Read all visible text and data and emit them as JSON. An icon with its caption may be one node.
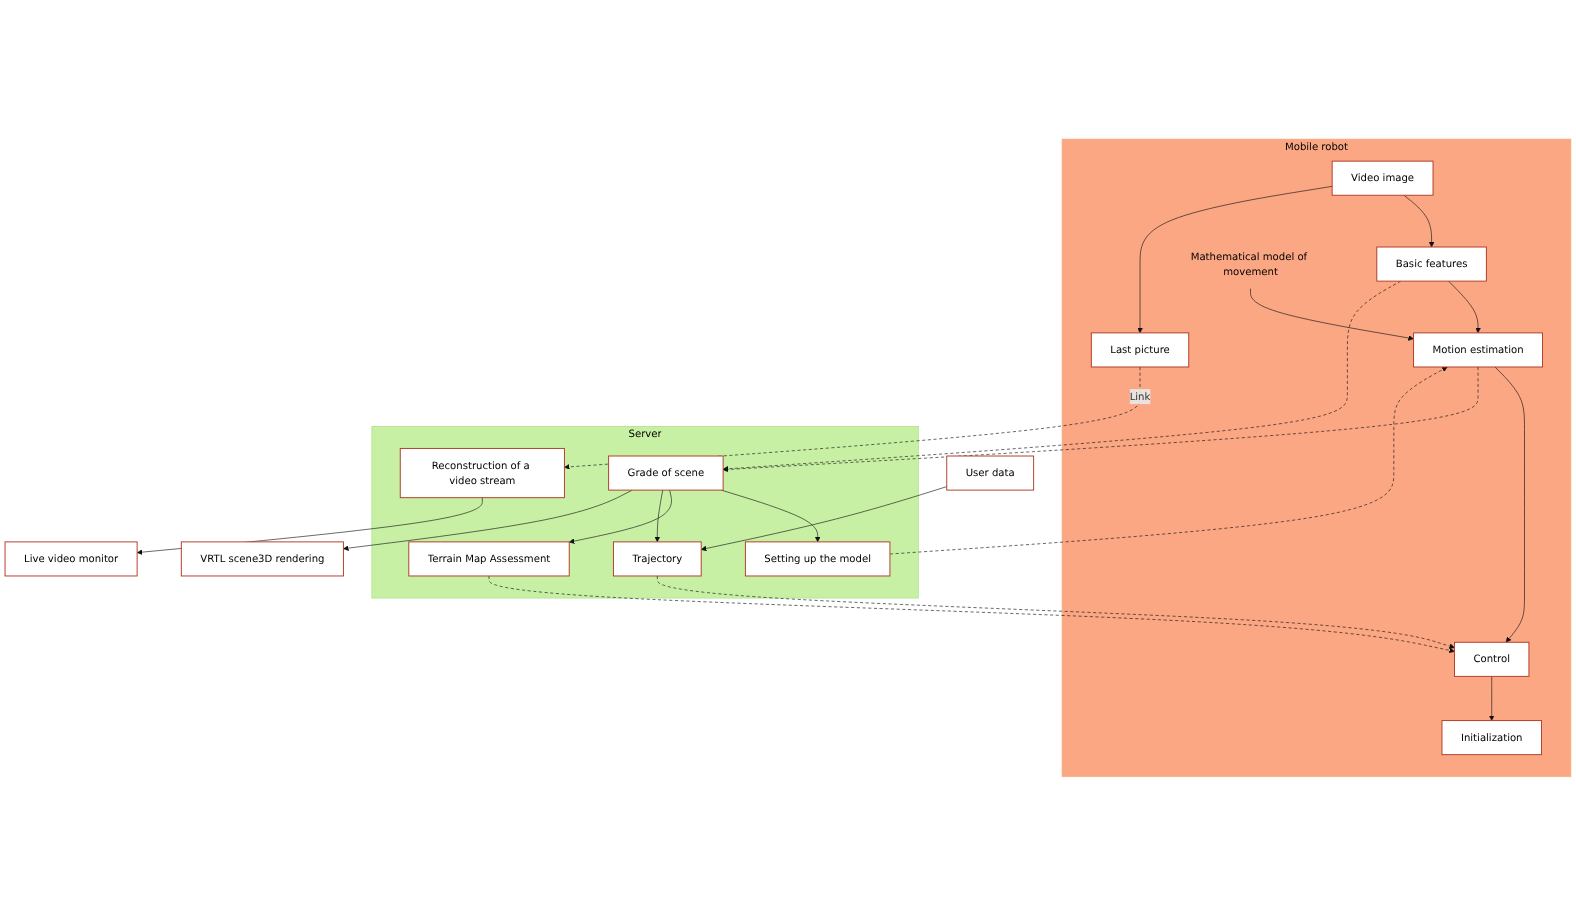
{
  "diagram": {
    "nodes": [
      {
        "text": [
          "Mobile robot"
        ]
      },
      {
        "text": [
          "Initialization"
        ],
        "in": 0
      },
      {
        "text": [
          "Control"
        ],
        "in": 0
      },
      {
        "text": [
          "Video image"
        ],
        "in": 0
      },
      {
        "text": [
          "Basic features"
        ],
        "in": 0
      },
      {
        "text": [
          "Mathematical model of movement"
        ],
        "in": 0
      },
      {
        "text": [
          "Last picture"
        ],
        "in": 0
      },
      {
        "text": [
          "Motion estimation"
        ],
        "in": 0
      },
      {
        "text": [
          "Server"
        ]
      },
      {
        "text": [
          "Trajectory"
        ],
        "in": 8
      },
      {
        "text": [
          "Terrain Map Assessment"
        ],
        "in": 8
      },
      {
        "text": [
          "Setting up the model"
        ],
        "in": 8
      },
      {
        "text": [
          "Grade of scene"
        ],
        "in": 8
      },
      {
        "text": [
          "Reconstruction of a video stream"
        ],
        "in": 8
      },
      {
        "text": [
          "User data"
        ]
      },
      {
        "text": [
          "VRTL scene3D rendering"
        ]
      },
      {
        "text": [
          "Live video monitor"
        ]
      }
    ],
    "edges": [
      {
        "from": 2,
        "to": 1,
        "arrow": "to"
      },
      {
        "from": 9,
        "to": 2,
        "arrow": "to",
        "style": "dashed"
      },
      {
        "from": 10,
        "to": 2,
        "arrow": "to",
        "style": "dashed"
      },
      {
        "from": 7,
        "to": 2,
        "arrow": "to"
      },
      {
        "from": 3,
        "to": 4,
        "arrow": "to"
      },
      {
        "from": 3,
        "to": 6,
        "arrow": "to"
      },
      {
        "from": 4,
        "to": 7,
        "arrow": "to"
      },
      {
        "from": 5,
        "to": 7,
        "arrow": "to"
      },
      {
        "from": 11,
        "to": 7,
        "arrow": "to",
        "style": "dashed"
      },
      {
        "from": 7,
        "to": 12,
        "arrow": "to",
        "style": "dashed"
      },
      {
        "from": 4,
        "to": 12,
        "arrow": "to",
        "style": "dashed"
      },
      {
        "from": 12,
        "to": 11,
        "arrow": "to"
      },
      {
        "from": 12,
        "to": 10,
        "arrow": "to"
      },
      {
        "from": 12,
        "to": 9,
        "arrow": "to"
      },
      {
        "from": 12,
        "to": 15,
        "arrow": "to"
      },
      {
        "from": 14,
        "to": 9,
        "arrow": "to"
      },
      {
        "from": 6,
        "to": 13,
        "arrow": "to",
        "style": "dashed",
        "label": "Link"
      },
      {
        "from": 13,
        "to": 16,
        "arrow": "to"
      }
    ]
  }
}
